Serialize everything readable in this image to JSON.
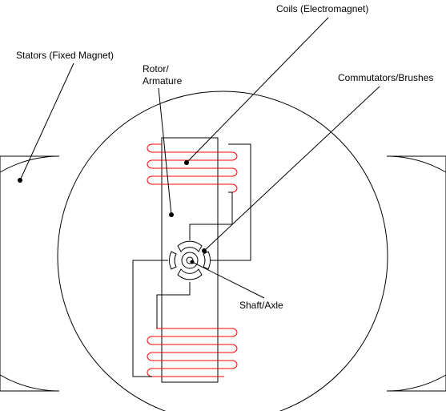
{
  "labels": {
    "coils": "Coils (Electromagnet)",
    "stators": "Stators (Fixed Magnet)",
    "rotor_line1": "Rotor/",
    "rotor_line2": "Armature",
    "commutators": "Commutators/Brushes",
    "shaft": "Shaft/Axle"
  },
  "colors": {
    "outline": "#000000",
    "coil": "#ff0000",
    "background": "#ffffff"
  }
}
